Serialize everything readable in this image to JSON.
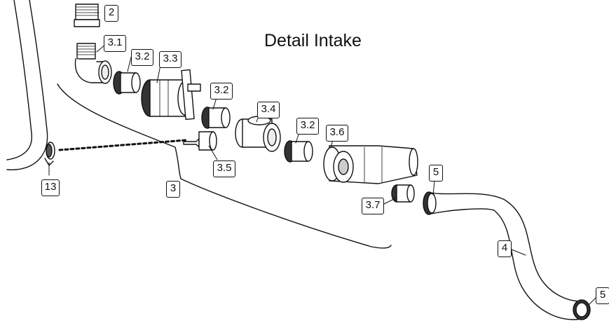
{
  "title": "Detail Intake",
  "callouts": {
    "c2": "2",
    "c3_1": "3.1",
    "c3_2_a": "3.2",
    "c3_3": "3.3",
    "c3_2_b": "3.2",
    "c3_4": "3.4",
    "c3_2_c": "3.2",
    "c3_6": "3.6",
    "c3_5": "3.5",
    "c3": "3",
    "c13": "13",
    "c3_7": "3.7",
    "c5_a": "5",
    "c4": "4",
    "c5_b": "5"
  },
  "colors": {
    "line": "#111111",
    "part_fill": "#ffffff",
    "part_shade": "#c8c8c8",
    "dark": "#333333"
  }
}
